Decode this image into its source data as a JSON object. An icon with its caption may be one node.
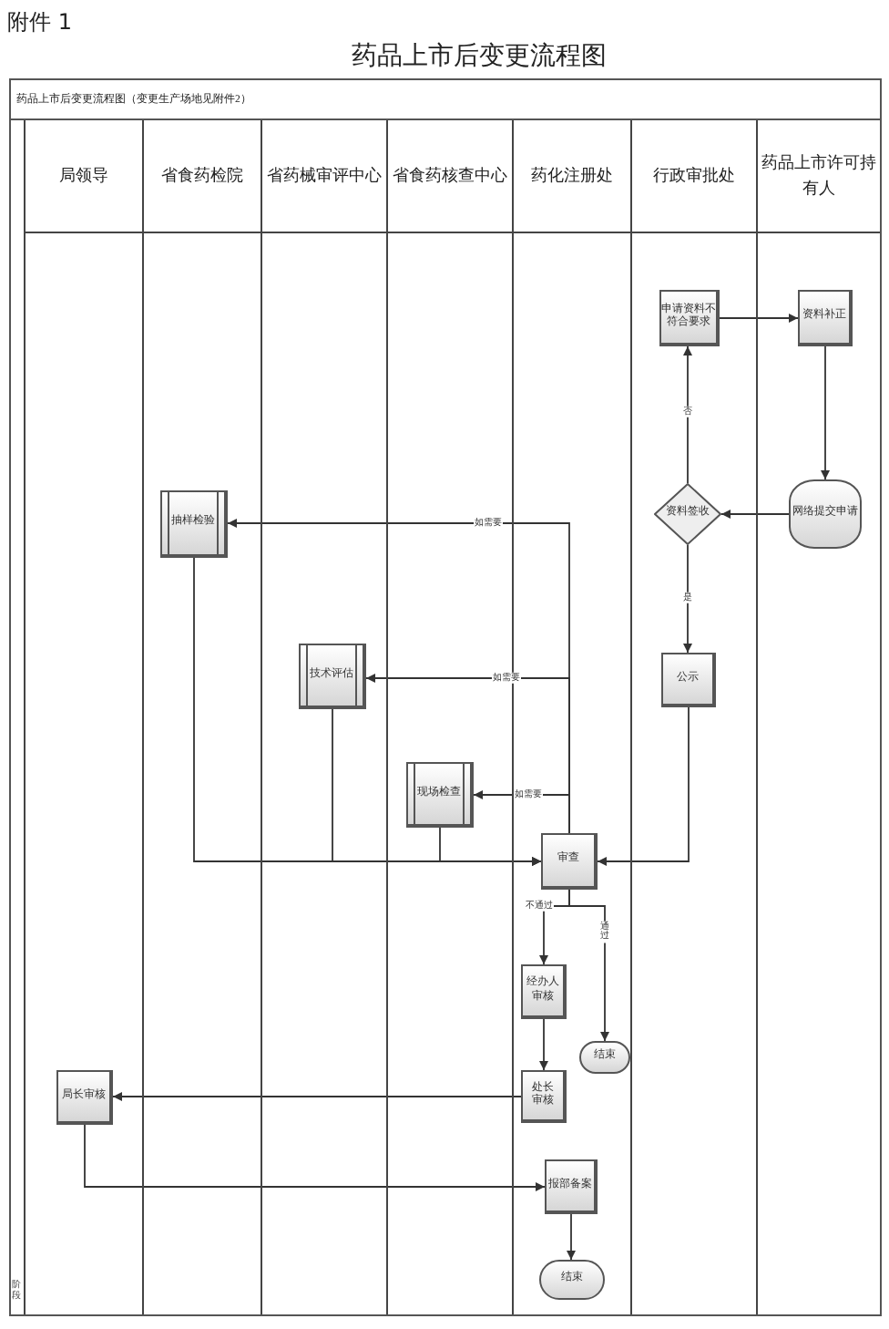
{
  "diagram": {
    "title": "药品上市后变更流程图",
    "nodes": [
      {
        "text": [
          "药品上市后变更流程图（变更生产场地见附件2）"
        ]
      },
      {
        "text": [
          "局领导"
        ],
        "in": 0
      },
      {
        "text": [
          "省食药检院"
        ],
        "in": 0
      },
      {
        "text": [
          "省药械审评中心"
        ],
        "in": 0
      },
      {
        "text": [
          "省食药核查中心"
        ],
        "in": 0
      },
      {
        "text": [
          "药化注册处"
        ],
        "in": 0
      },
      {
        "text": [
          "行政审批处"
        ],
        "in": 0
      },
      {
        "text": [
          "药品上市许可持有人"
        ],
        "in": 0
      },
      {
        "text": [
          "申请资料不符合要求"
        ],
        "in": 6
      },
      {
        "text": [
          "资料补正"
        ],
        "in": 7
      },
      {
        "text": [
          "资料签收"
        ],
        "in": 6
      },
      {
        "text": [
          "网络提交申请"
        ],
        "in": 7
      },
      {
        "text": [
          "抽样检验"
        ],
        "in": 2
      },
      {
        "text": [
          "公示"
        ],
        "in": 6
      },
      {
        "text": [
          "技术评估"
        ],
        "in": 3
      },
      {
        "text": [
          "现场检查"
        ],
        "in": 4
      },
      {
        "text": [
          "审查"
        ],
        "in": 5
      },
      {
        "text": [
          "经办人审核"
        ],
        "in": 5
      },
      {
        "text": [
          "结束"
        ],
        "in": 5
      },
      {
        "text": [
          "处长审核"
        ],
        "in": 5
      },
      {
        "text": [
          "局长审核"
        ],
        "in": 1
      },
      {
        "text": [
          "报部备案"
        ],
        "in": 5
      },
      {
        "text": [
          "结束"
        ],
        "in": 5
      }
    ],
    "edges": [
      {
        "from": 8,
        "to": 9,
        "arrow": "to"
      },
      {
        "from": 9,
        "to": 11,
        "arrow": "to"
      },
      {
        "from": 11,
        "to": 10,
        "arrow": "to"
      },
      {
        "from": 10,
        "to": 8,
        "arrow": "to",
        "label": "否"
      },
      {
        "from": 10,
        "to": 13,
        "arrow": "to",
        "label": "是"
      },
      {
        "from": 13,
        "to": 16,
        "arrow": "to"
      },
      {
        "from": 16,
        "to": 12,
        "arrow": "to",
        "label": "如需要"
      },
      {
        "from": 16,
        "to": 14,
        "arrow": "to",
        "label": "如需要"
      },
      {
        "from": 16,
        "to": 15,
        "arrow": "to",
        "label": "如需要"
      },
      {
        "from": 12,
        "to": 16,
        "arrow": "to"
      },
      {
        "from": 14,
        "to": 16,
        "arrow": "to"
      },
      {
        "from": 15,
        "to": 16,
        "arrow": "to"
      },
      {
        "from": 16,
        "to": 17,
        "arrow": "to",
        "label": "不通过"
      },
      {
        "from": 16,
        "to": 18,
        "arrow": "to",
        "label": "通过"
      },
      {
        "from": 17,
        "to": 19,
        "arrow": "to"
      },
      {
        "from": 19,
        "to": 20,
        "arrow": "to"
      },
      {
        "from": 20,
        "to": 21,
        "arrow": "to"
      },
      {
        "from": 21,
        "to": 22,
        "arrow": "to"
      }
    ],
    "labels": [
      "附件 1",
      "阶段"
    ]
  }
}
